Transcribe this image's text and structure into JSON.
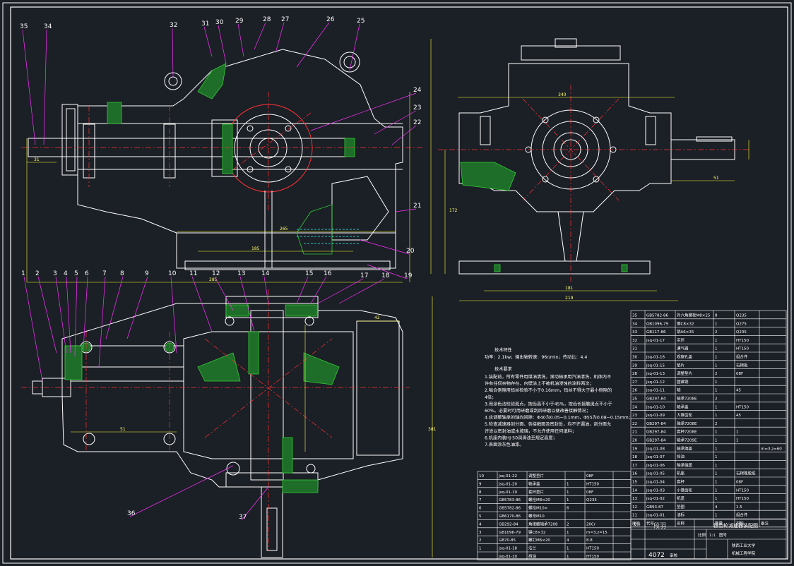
{
  "drawing": {
    "border_color": "#ffffff",
    "part_color": "#ffffff",
    "leader_color": "#ff33ff",
    "dimension_color": "#ffff33",
    "center_color": "#ff3333",
    "hatch_color": "#33cc33",
    "oil_color": "#33ffff",
    "balloons": [
      {
        "n": "35"
      },
      {
        "n": "34"
      },
      {
        "n": "32"
      },
      {
        "n": "31"
      },
      {
        "n": "30"
      },
      {
        "n": "29"
      },
      {
        "n": "28"
      },
      {
        "n": "27"
      },
      {
        "n": "26"
      },
      {
        "n": "25"
      },
      {
        "n": "24"
      },
      {
        "n": "23"
      },
      {
        "n": "22"
      },
      {
        "n": "21"
      },
      {
        "n": "20"
      },
      {
        "n": "19"
      },
      {
        "n": "18"
      },
      {
        "n": "17"
      },
      {
        "n": "16"
      },
      {
        "n": "15"
      },
      {
        "n": "14"
      },
      {
        "n": "13"
      },
      {
        "n": "12"
      },
      {
        "n": "11"
      },
      {
        "n": "10"
      },
      {
        "n": "9"
      },
      {
        "n": "8"
      },
      {
        "n": "7"
      },
      {
        "n": "6"
      },
      {
        "n": "5"
      },
      {
        "n": "4"
      },
      {
        "n": "3"
      },
      {
        "n": "2"
      },
      {
        "n": "1"
      },
      {
        "n": "36"
      },
      {
        "n": "37"
      }
    ],
    "dimensions": [
      "31",
      "51",
      "265",
      "185",
      "285",
      "340",
      "172",
      "181",
      "219",
      "42",
      "381",
      "51"
    ]
  },
  "notes": {
    "title1": "技术特性",
    "spec": "功率：2.1kw；输出轴转速：96r/min；传动比：4.4",
    "title2": "技术要求",
    "lines": [
      "1.装配前，所有零件用煤油清洗，滚动轴承用汽油清洗，机体内不",
      "  许有任何杂物存在，内壁涂上不被机油浸蚀的涂料两次；",
      "2.啮合侧隙用铅丝检验不小于0.16mm，铅丝不得大于最小侧隙的",
      "  4倍；",
      "3.用涂色法检验斑点，按齿高不小于45%，按齿长接触斑点不小于",
      "  60%。必要时可用研磨或刮后研磨以便改善接触情况；",
      "4.应调整轴承的轴向间隙：Φ40为0.05~0.1mm，Φ55为0.08~0.15mm；",
      "5.检查减速器剖分面、各接触面及密封处，均不许漏油，剖分面允",
      "  许涂以密封油或水玻璃，不允许使用任何填料；",
      "6.机座内装HJ-50润滑油至规定高度；",
      "7.表面涂灰色油漆。"
    ]
  },
  "bom_right": {
    "rows": [
      [
        "35",
        "GB5782-86",
        "外六角螺栓M8×25",
        "8",
        "Q235"
      ],
      [
        "34",
        "GB1096-79",
        "键C8×32",
        "1",
        "Q275"
      ],
      [
        "33",
        "GB117-86",
        "销A6×35",
        "2",
        "Q235"
      ],
      [
        "32",
        "Jsq-01-17",
        "吊环",
        "1",
        "HT150"
      ],
      [
        "31",
        "",
        "通气器",
        "1",
        "HT150"
      ],
      [
        "30",
        "Jsq-01-16",
        "观察孔盖",
        "1",
        "组合件"
      ],
      [
        "29",
        "Jsq-01-15",
        "垫片",
        "1",
        "石棉板"
      ],
      [
        "28",
        "Jsq-01-13",
        "调整垫片",
        "2",
        "08F"
      ],
      [
        "27",
        "Jsq-01-12",
        "圆锥销",
        "1",
        ""
      ],
      [
        "26",
        "Jsq-01-11",
        "轴",
        "1",
        "45"
      ],
      [
        "25",
        "GB297-84",
        "轴承7208E",
        "2",
        ""
      ],
      [
        "24",
        "Jsq-01-10",
        "轴承盖",
        "1",
        "HT150"
      ],
      [
        "23",
        "Jsq-01-09",
        "大锥齿轮",
        "1",
        "45"
      ],
      [
        "22",
        "GB297-84",
        "轴承7208E",
        "2",
        ""
      ],
      [
        "21",
        "GB297-84",
        "套杯7208E",
        "1",
        "1"
      ],
      [
        "20",
        "GB297-84",
        "轴承7209E",
        "1",
        "1"
      ],
      [
        "19",
        "Jsq-01-08",
        "轴承端盖",
        "1",
        ""
      ],
      [
        "18",
        "Jsq-01-07",
        "挡油",
        "1",
        ""
      ],
      [
        "17",
        "Jsq-01-06",
        "轴承端盖",
        "1",
        ""
      ],
      [
        "16",
        "Jsq-01-05",
        "机座",
        "1",
        "石棉橡胶纸"
      ],
      [
        "15",
        "Jsq-01-04",
        "套杯",
        "1",
        "08F"
      ],
      [
        "14",
        "Jsq-01-03",
        "小锥齿轮",
        "1",
        "HT150"
      ],
      [
        "13",
        "Jsq-01-02",
        "机盖",
        "1",
        "HT150"
      ],
      [
        "12",
        "GB93-87",
        "垫圈",
        "4",
        "1.5"
      ],
      [
        "11",
        "Jsq-01-01",
        "油标",
        "1",
        "组合件"
      ]
    ],
    "header": [
      "序号",
      "代号",
      "名称",
      "数量",
      "材料",
      "备注"
    ],
    "extra_notes": [
      "",
      "",
      "",
      "",
      "",
      "",
      "",
      "",
      "",
      "",
      "",
      "",
      "",
      "",
      "",
      "",
      "m=3,z=60",
      "",
      "",
      "",
      "",
      "",
      "",
      "",
      ""
    ]
  },
  "bom_left": {
    "rows": [
      [
        "10",
        "Jsq-01-22",
        "调整垫片",
        "",
        "08F"
      ],
      [
        "9",
        "Jsq-01-20",
        "轴承盖",
        "1",
        "HT150"
      ],
      [
        "8",
        "Jsq-01-19",
        "套杯垫片",
        "1",
        "08F"
      ],
      [
        "7",
        "GB5783-86",
        "螺栓M8×20",
        "1",
        "Q235"
      ],
      [
        "6",
        "GB5782-86",
        "螺栓M10×",
        "6",
        ""
      ],
      [
        "5",
        "GB6170-86",
        "螺母M10",
        "",
        ""
      ],
      [
        "4",
        "GB292-84",
        "角接触轴承7208",
        "2",
        "20Cr"
      ],
      [
        "3",
        "GB1096-79",
        "键C8×32",
        "1",
        "m=3,z=15"
      ],
      [
        "2",
        "GB70-85",
        "螺钉M6×20",
        "4",
        "8.8"
      ],
      [
        "1",
        "Jsq-01-18",
        "法兰",
        "1",
        "HT150"
      ],
      [
        "",
        "Jsq-01-10",
        "挡油",
        "1",
        "HT150"
      ]
    ]
  },
  "title_block": {
    "designer_label": "设计",
    "designer": "段羽",
    "name": "锥齿轮减速器装配图",
    "scale_label": "比例",
    "scale": "1:1",
    "sheet_label": "图号",
    "school": "陕西工业大学",
    "class": "机械工程学院",
    "id": "4072",
    "check_label": "审核"
  }
}
